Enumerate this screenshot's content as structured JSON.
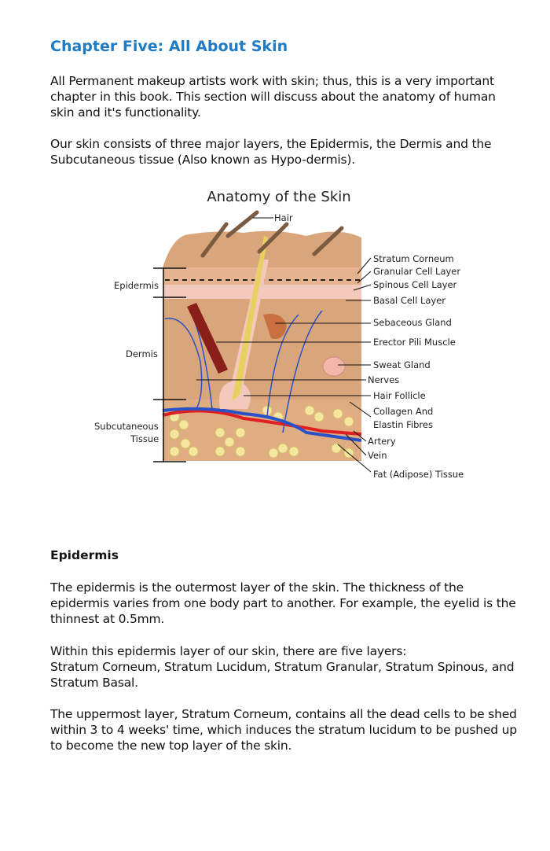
{
  "heading": "Chapter Five:  All About Skin",
  "paragraphs": [
    "All Permanent makeup artists work with skin; thus, this is a very important chapter in this book. This section will discuss about the anatomy of human skin and it's functionality.",
    "Our skin consists of three major layers, the Epidermis, the Dermis and the Subcutaneous tissue (Also known as Hypo-dermis)."
  ],
  "figure": {
    "title": "Anatomy of the Skin",
    "hair": "Hair",
    "left_labels": [
      "Epidermis",
      "Dermis",
      "Subcutaneous",
      "Tissue"
    ],
    "right_labels": [
      "Stratum Corneum",
      "Granular Cell Layer",
      "Spinous Cell Layer",
      "Basal Cell Layer",
      "Sebaceous Gland",
      "Erector Pili Muscle",
      "Sweat Gland",
      "Nerves",
      "Hair Follicle",
      "Collagen And",
      "Elastin Fibres",
      "Artery",
      "Vein",
      "Fat (Adipose) Tissue"
    ]
  },
  "section": {
    "title": "Epidermis",
    "paragraphs": [
      "The epidermis is the outermost layer of the skin. The thickness of the epidermis varies from one body part to another. For example, the eyelid is the thinnest at 0.5mm.",
      "Within this epidermis layer of our skin, there are five layers:",
      "Stratum Corneum, Stratum Lucidum, Stratum Granular, Stratum Spinous, and Stratum Basal.",
      "The uppermost layer, Stratum Corneum, contains all the dead cells to be shed within 3 to 4 weeks' time, which induces the stratum lucidum to be pushed up to become the new top layer of the skin."
    ]
  }
}
